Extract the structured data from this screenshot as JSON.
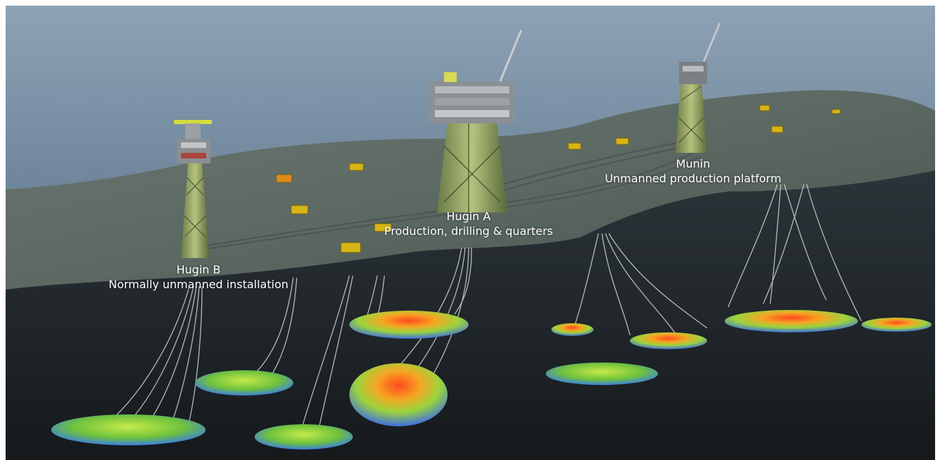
{
  "scene": {
    "description_labels": [
      {
        "name": "Munin",
        "role": "Unmanned production platform"
      },
      {
        "name": "Hugin A",
        "role": "Production, drilling & quarters"
      },
      {
        "name": "Hugin B",
        "role": "Normally unmanned installation"
      }
    ]
  },
  "colors": {
    "sea_top": "#7f96aa",
    "sea_bottom": "#3f5a72",
    "seabed": "#59655f",
    "underground": "#1e2327",
    "label_text": "#ffffff"
  }
}
